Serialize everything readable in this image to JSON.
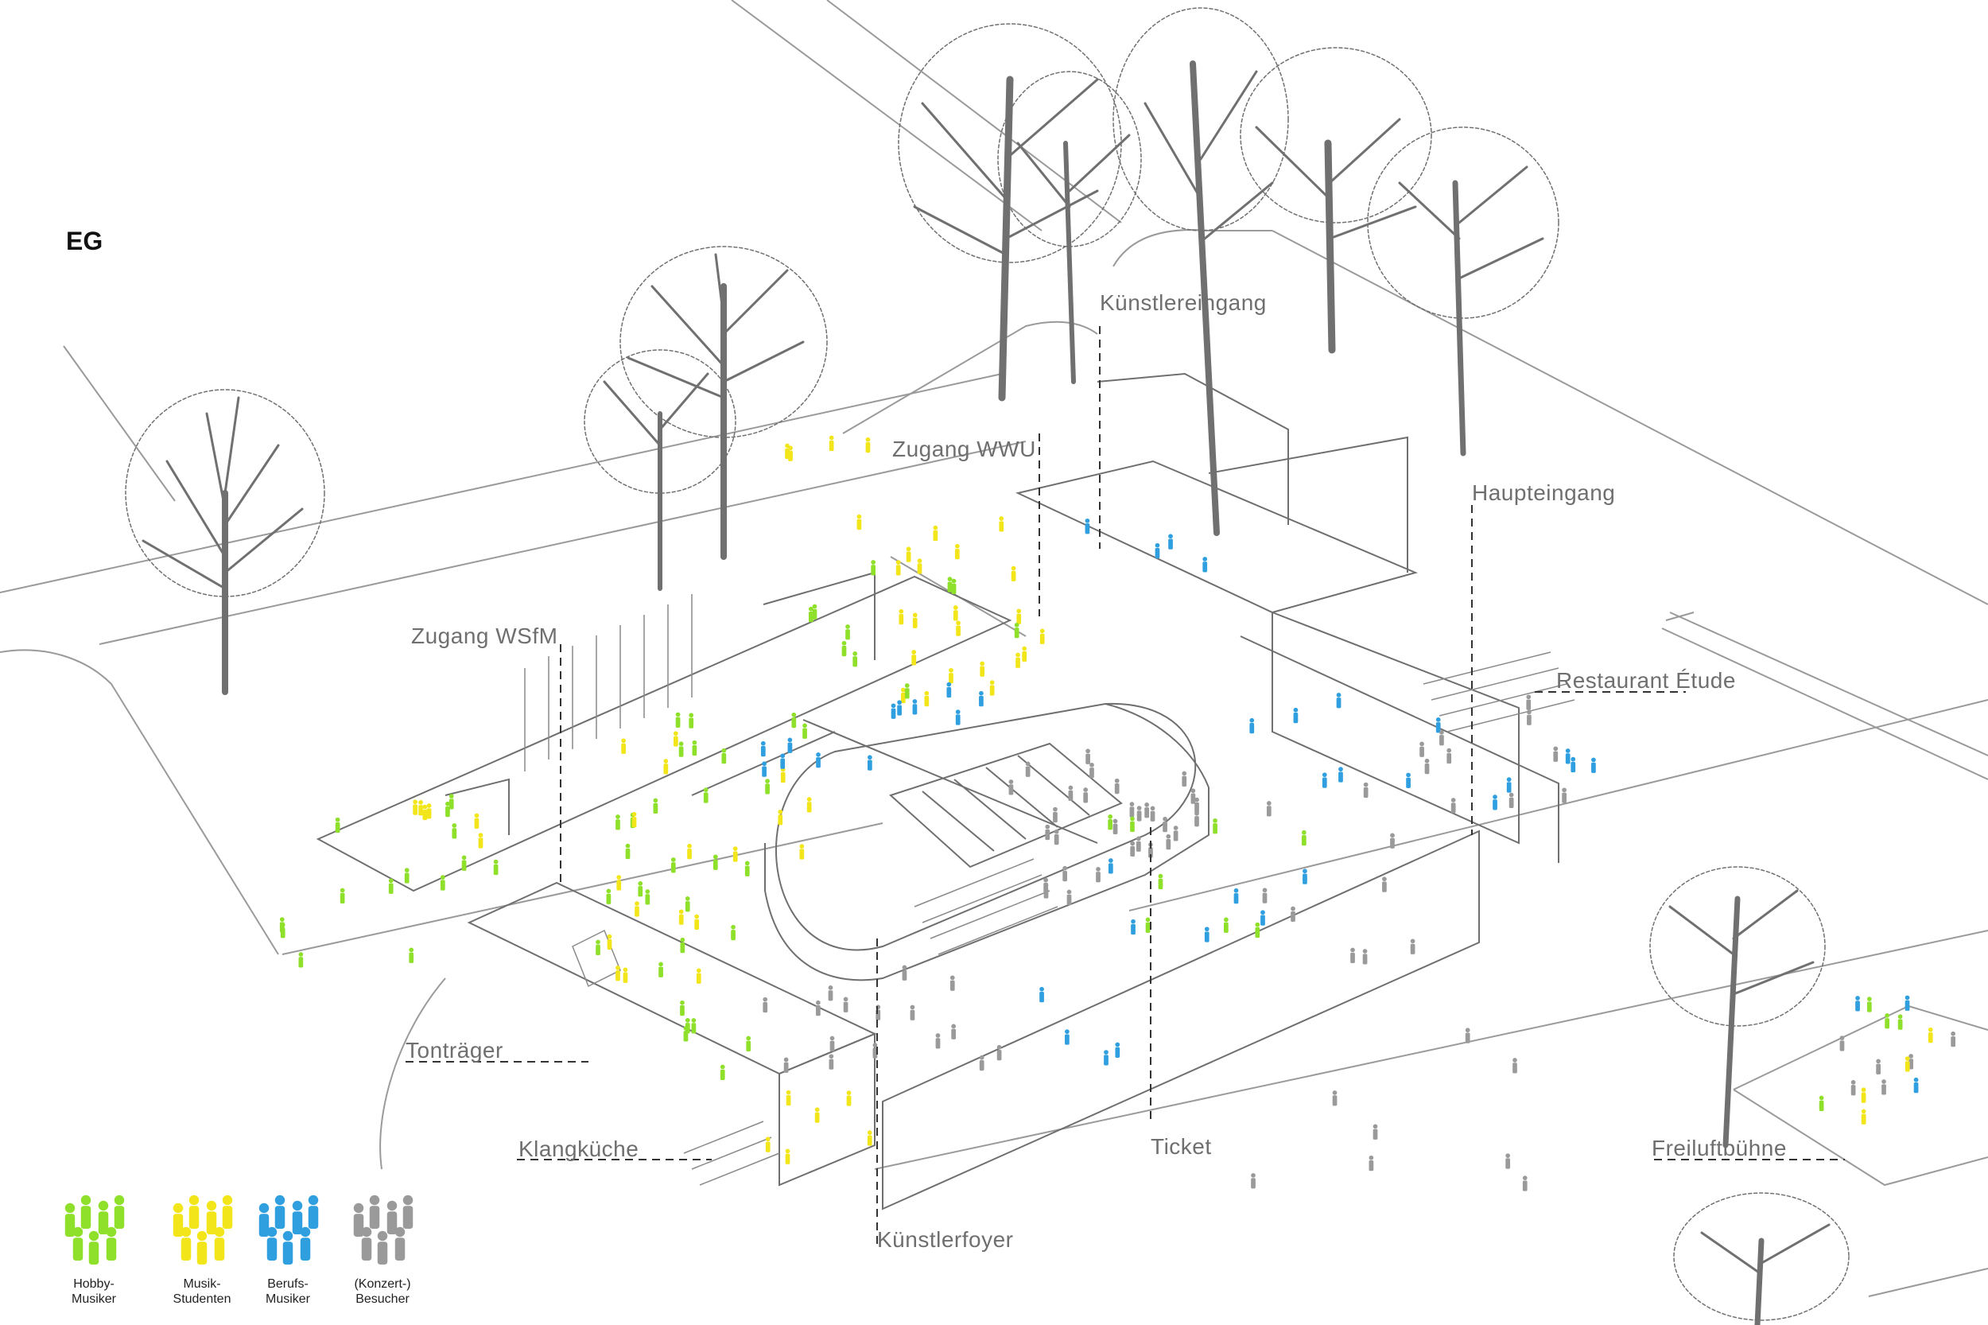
{
  "floor_label": "EG",
  "labels": {
    "kuenstlereingang": "Künstlereingang",
    "zugang_wwu": "Zugang WWU",
    "haupteingang": "Haupteingang",
    "zugang_wsfm": "Zugang WSfM",
    "restaurant": "Restaurant Étude",
    "tontraeger": "Tonträger",
    "klangkueche": "Klangküche",
    "ticket": "Ticket",
    "kuenstlerfoyer": "Künstlerfoyer",
    "freiluftbuehne": "Freiluftbühne"
  },
  "legend": [
    {
      "line1": "Hobby-",
      "line2": "Musiker",
      "color": "#8fe02a"
    },
    {
      "line1": "Musik-",
      "line2": "Studenten",
      "color": "#f2e61a"
    },
    {
      "line1": "Berufs-",
      "line2": "Musiker",
      "color": "#2f9fe0"
    },
    {
      "line1": "(Konzert-)",
      "line2": "Besucher",
      "color": "#9a9a9a"
    }
  ],
  "colors": {
    "line": "#9a9a9a",
    "building": "#6f6f6f",
    "tree": "#707070",
    "hobby": "#8fe02a",
    "student": "#f2e61a",
    "pro": "#2f9fe0",
    "visitor": "#9a9a9a"
  }
}
